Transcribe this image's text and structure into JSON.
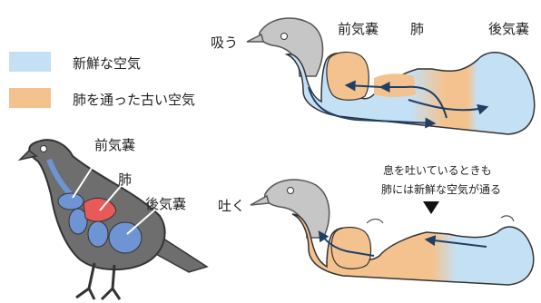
{
  "legend": {
    "fresh_air": "新鮮な空気",
    "used_air": "肺を通った古い空気"
  },
  "bird_labels": {
    "anterior_air_sac": "前気嚢",
    "lung": "肺",
    "posterior_air_sac": "後気嚢"
  },
  "inhale": {
    "phase": "吸う",
    "anterior_air_sac": "前気嚢",
    "lung": "肺",
    "posterior_air_sac": "後気嚢"
  },
  "exhale": {
    "phase": "吐く",
    "note_line1": "息を吐いているときも",
    "note_line2": "肺には新鮮な空気が通る"
  },
  "colors": {
    "fresh": "#c4e0f4",
    "fresh_dark": "#a9d1ee",
    "used": "#f4c28e",
    "lung_red": "#e85a5a",
    "sac_blue": "#6f94d4",
    "bird_gray": "#6e6e6e",
    "outline": "#333333",
    "arrow": "#1f3f66"
  }
}
